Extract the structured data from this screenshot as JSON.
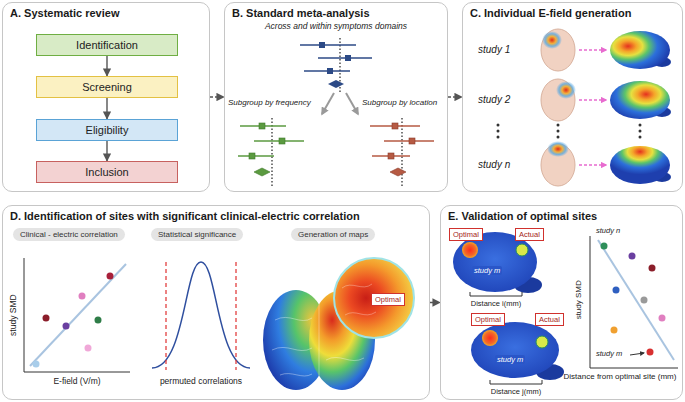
{
  "diagram": {
    "nodes": [
      {
        "text": [
          "A. Systematic review"
        ]
      },
      {
        "text": [
          "Identification"
        ],
        "in": 0
      },
      {
        "text": [
          "Screening"
        ],
        "in": 0
      },
      {
        "text": [
          "Eligibility"
        ],
        "in": 0
      },
      {
        "text": [
          "Inclusion"
        ],
        "in": 0
      },
      {
        "text": [
          "B. Standard meta-analysis"
        ]
      },
      {
        "text": [
          "C. Individual E-field generation"
        ]
      },
      {
        "text": [
          "D. Identification of sites with significant clinical-electric correlation"
        ]
      },
      {
        "text": [
          "Clinical - electric correlation"
        ],
        "in": 7
      },
      {
        "text": [
          "Statistical significance"
        ],
        "in": 7
      },
      {
        "text": [
          "Generation of maps"
        ],
        "in": 7
      },
      {
        "text": [
          "Optimal"
        ],
        "in": 7
      },
      {
        "text": [
          "E. Validation of optimal sites"
        ]
      },
      {
        "text": [
          "Optimal"
        ],
        "in": 12
      },
      {
        "text": [
          "Actual"
        ],
        "in": 12
      },
      {
        "text": [
          "Optimal"
        ],
        "in": 12
      },
      {
        "text": [
          "Actual"
        ],
        "in": 12
      }
    ],
    "edges": [
      {
        "from": 1,
        "to": 2,
        "arrow": "to"
      },
      {
        "from": 2,
        "to": 3,
        "arrow": "to"
      },
      {
        "from": 3,
        "to": 4,
        "arrow": "to"
      },
      {
        "from": 0,
        "to": 5,
        "arrow": "to"
      },
      {
        "from": 5,
        "to": 6,
        "arrow": "to"
      },
      {
        "from": 7,
        "to": 12,
        "arrow": "to"
      }
    ],
    "labels": [
      "Across and within symptoms domains",
      "Subgroup by frequency",
      "Subgroup by location",
      "study 1",
      "study 2",
      "study n",
      "study SMD",
      "E-field (V/m)",
      "permuted correlations",
      "study m",
      "Distance i(mm)",
      "study m",
      "Distance j(mm)",
      "study SMD",
      "Distance from optimal site (mm)",
      "study n",
      "study m"
    ]
  }
}
